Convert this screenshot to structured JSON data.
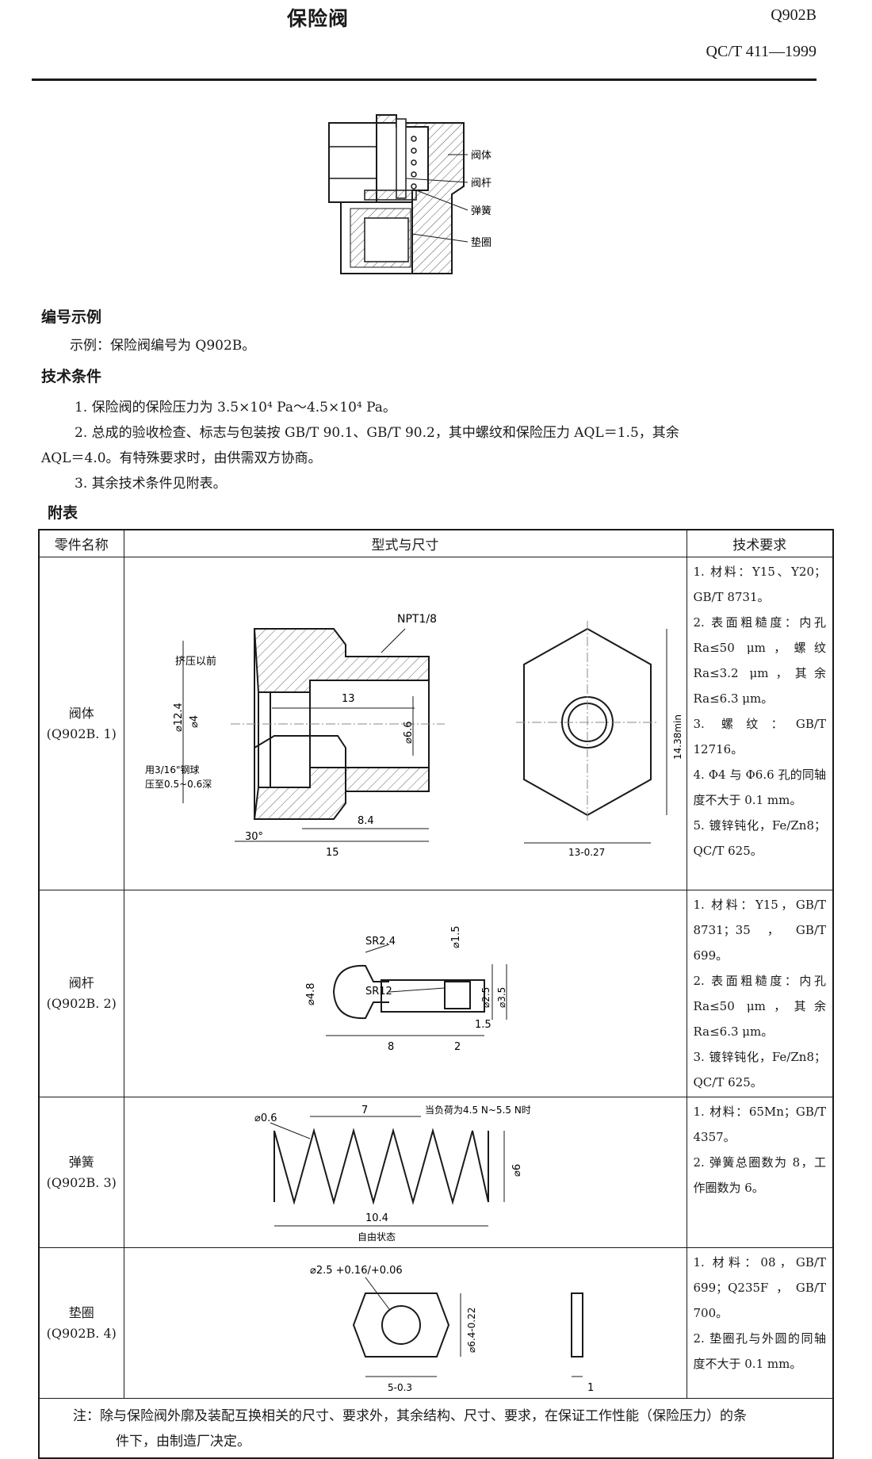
{
  "header": {
    "title": "保险阀",
    "code": "Q902B",
    "standard": "QC/T 411—1999"
  },
  "assembly": {
    "labels": [
      "阀体",
      "阀杆",
      "弹簧",
      "垫圈"
    ]
  },
  "sections": {
    "numbering_title": "编号示例",
    "numbering_example": "示例：保险阀编号为 Q902B。",
    "tech_title": "技术条件",
    "tech_items": [
      "1. 保险阀的保险压力为 3.5×10⁴ Pa～4.5×10⁴ Pa。",
      "2. 总成的验收检查、标志与包装按 GB/T 90.1、GB/T 90.2，其中螺纹和保险压力 AQL＝1.5，其余",
      "AQL＝4.0。有特殊要求时，由供需双方协商。",
      "3. 其余技术条件见附表。"
    ],
    "appendix_title": "附表"
  },
  "table": {
    "headers": [
      "零件名称",
      "型式与尺寸",
      "技术要求"
    ],
    "rows": [
      {
        "name": "阀体",
        "code": "(Q902B. 1)",
        "dims": {
          "npt": "NPT1/8",
          "before": "挤压以前",
          "d124": "⌀12.4",
          "d4": "⌀4",
          "len13": "13",
          "d66": "⌀6.6",
          "ball1": "用3/16\"钢球",
          "ball2": "压至0.5~0.6深",
          "ang": "30°",
          "len84": "8.4",
          "len15": "15",
          "hexw": "14.38min",
          "hexa": "13-0.27"
        },
        "reqs": [
          "1. 材料：Y15、Y20；GB/T 8731。",
          "2. 表面粗糙度：内孔 Ra≤50 μm，螺纹 Ra≤3.2 μm，其余 Ra≤6.3 μm。",
          "3. 螺纹：GB/T 12716。",
          "4. Φ4 与 Φ6.6 孔的同轴度不大于 0.1 mm。",
          "5. 镀锌钝化，Fe/Zn8；QC/T 625。"
        ]
      },
      {
        "name": "阀杆",
        "code": "(Q902B. 2)",
        "dims": {
          "sr24": "SR2.4",
          "sr12": "SR12",
          "d48": "⌀4.8",
          "d15": "⌀1.5",
          "d25": "⌀2.5",
          "d35": "⌀3.5",
          "l15": "1.5",
          "l8": "8",
          "l2": "2"
        },
        "reqs": [
          "1. 材料：Y15，GB/T 8731；35，GB/T 699。",
          "2. 表面粗糙度：内孔 Ra≤50 μm，其余 Ra≤6.3 μm。",
          "3. 镀锌钝化，Fe/Zn8；QC/T 625。"
        ]
      },
      {
        "name": "弹簧",
        "code": "(Q902B. 3)",
        "dims": {
          "wire": "⌀0.6",
          "l7": "7",
          "load": "当负荷为4.5 N~5.5 N时",
          "d6": "⌀6",
          "free": "10.4",
          "freelbl": "自由状态"
        },
        "reqs": [
          "1. 材料：65Mn；GB/T 4357。",
          "2. 弹簧总圈数为 8，工作圈数为 6。"
        ]
      },
      {
        "name": "垫圈",
        "code": "(Q902B. 4)",
        "dims": {
          "hole": "⌀2.5 +0.16/+0.06",
          "od": "⌀6.4-0.22",
          "w5": "5-0.3",
          "t1": "1"
        },
        "reqs": [
          "1. 材料：08，GB/T 699；Q235F，GB/T 700。",
          "2. 垫圈孔与外圆的同轴度不大于 0.1 mm。"
        ]
      }
    ],
    "note1": "注：除与保险阀外廓及装配互换相关的尺寸、要求外，其余结构、尺寸、要求，在保证工作性能（保险压力）的条",
    "note2": "件下，由制造厂决定。"
  }
}
